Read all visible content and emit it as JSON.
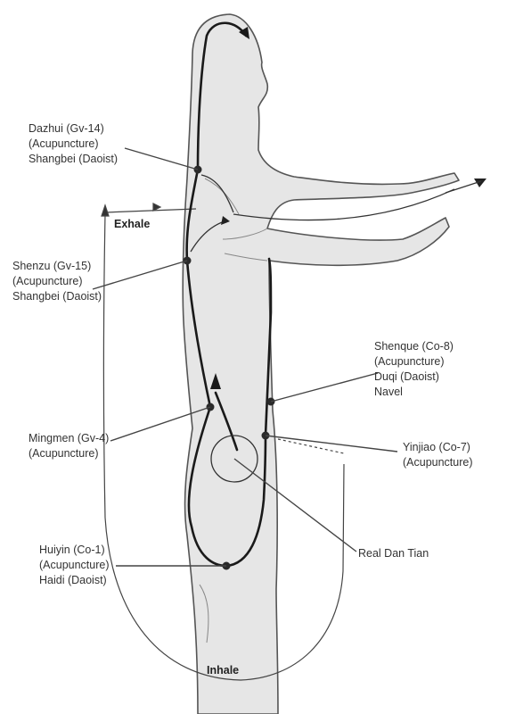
{
  "labels": {
    "dazhui": [
      "Dazhui (Gv-14)",
      "(Acupuncture)",
      "Shangbei (Daoist)"
    ],
    "shenzu": [
      "Shenzu (Gv-15)",
      "(Acupuncture)",
      "Shangbei (Daoist)"
    ],
    "mingmen": [
      "Mingmen (Gv-4)",
      "(Acupuncture)"
    ],
    "huiyin": [
      "Huiyin (Co-1)",
      "(Acupuncture)",
      "Haidi (Daoist)"
    ],
    "shenque": [
      "Shenque (Co-8)",
      "(Acupuncture)",
      "Duqi (Daoist)",
      "Navel"
    ],
    "yinjiao": [
      "Yinjiao (Co-7)",
      "(Acupuncture)"
    ],
    "dantian": [
      "Real Dan Tian"
    ]
  },
  "flow": {
    "exhale": "Exhale",
    "inhale": "Inhale"
  },
  "colors": {
    "body_fill": "#e6e6e6",
    "outline": "#555555",
    "channel": "#1a1a1a",
    "point": "#2a2a2a",
    "leader": "#444444"
  }
}
